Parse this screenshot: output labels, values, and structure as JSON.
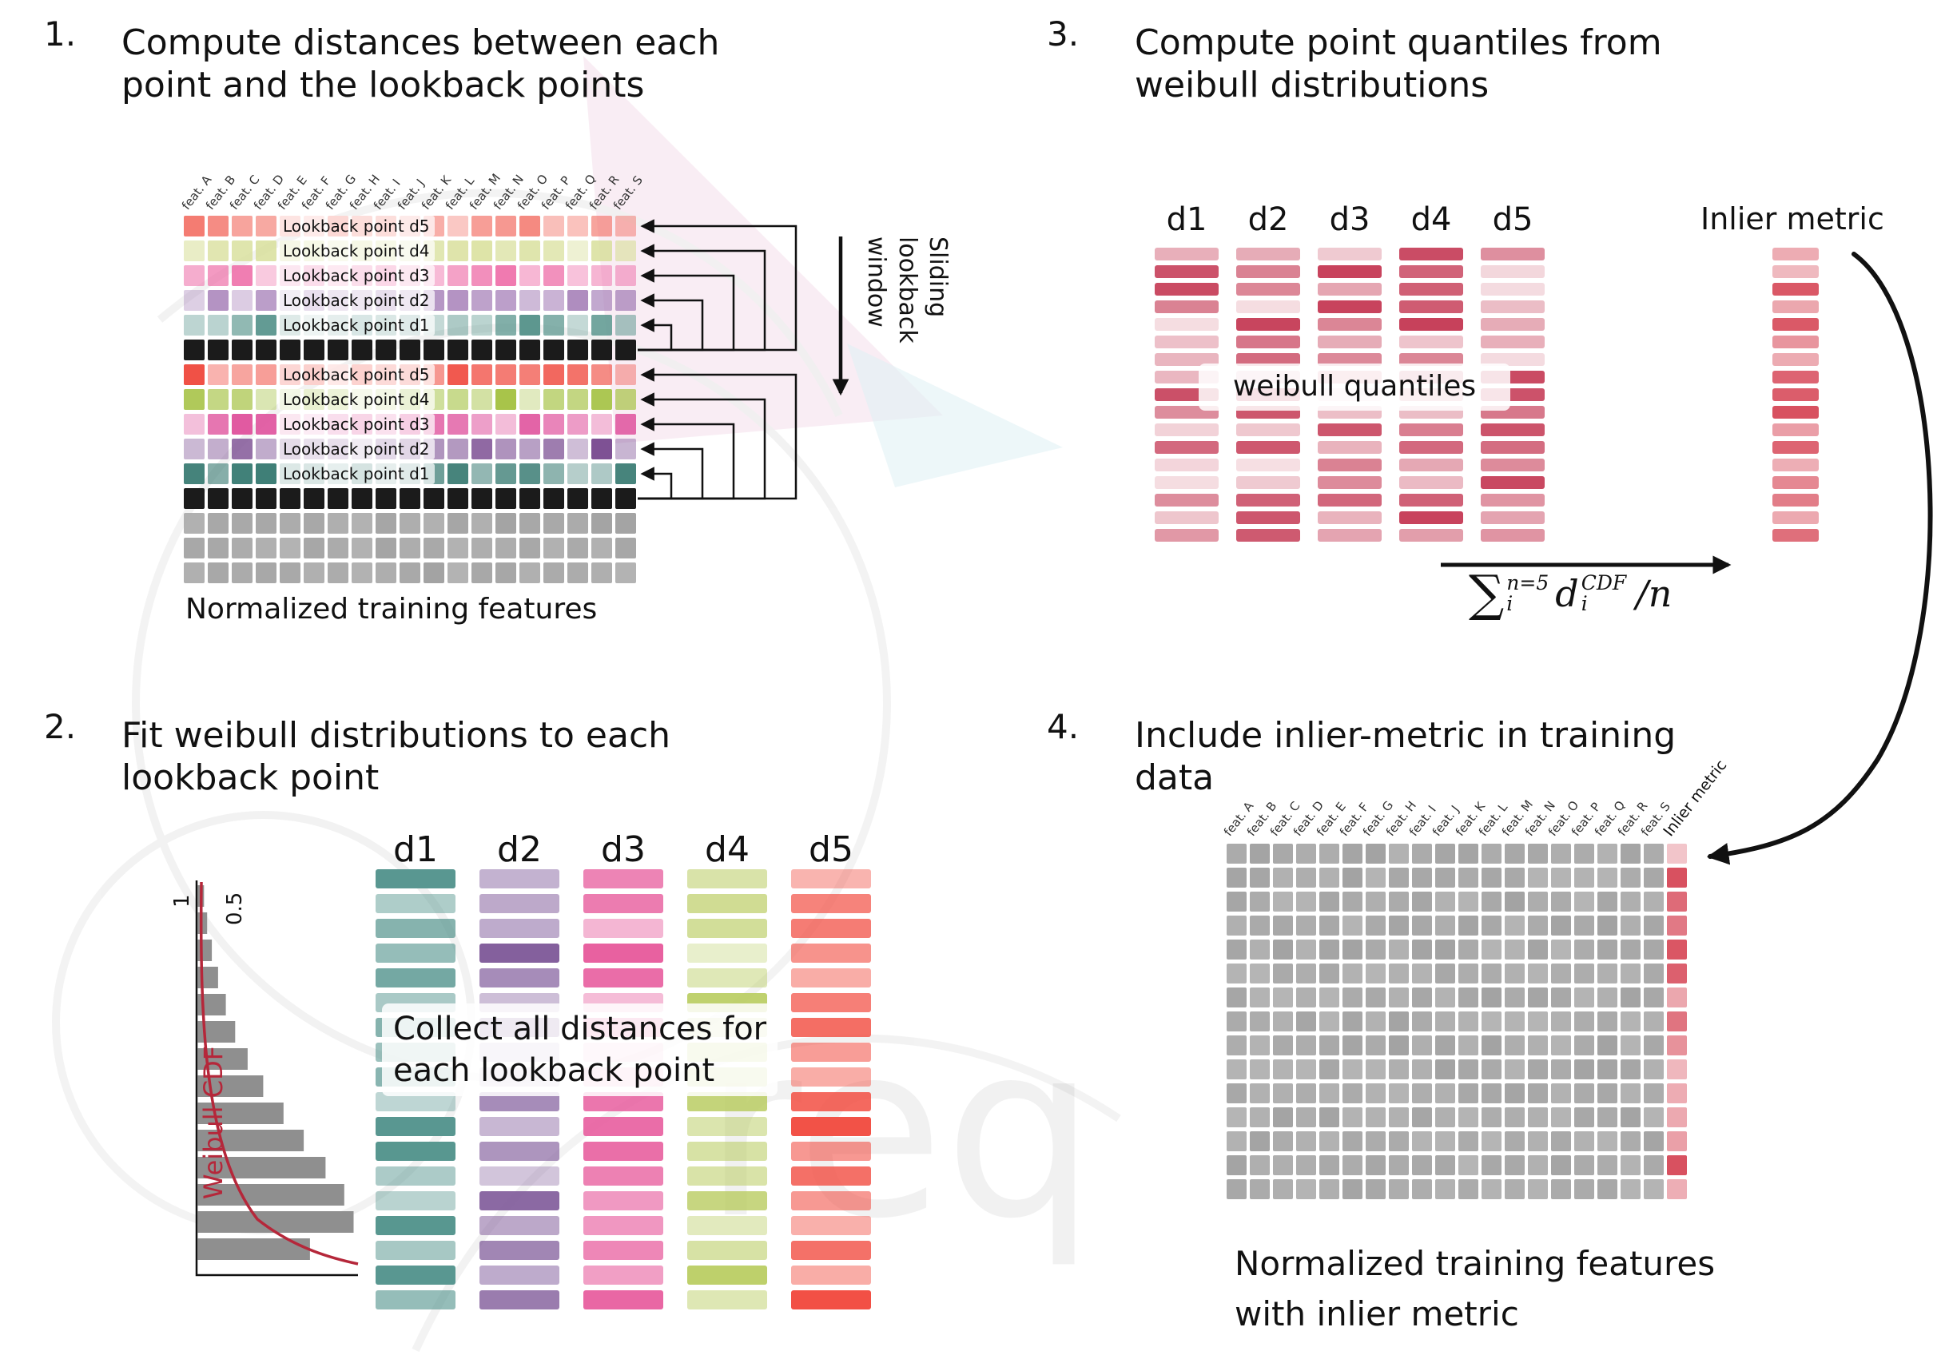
{
  "features": [
    "feat. A",
    "feat. B",
    "feat. C",
    "feat. D",
    "feat. E",
    "feat. F",
    "feat. G",
    "feat. H",
    "feat. I",
    "feat. J",
    "feat. K",
    "feat. L",
    "feat. M",
    "feat. N",
    "feat. O",
    "feat. P",
    "feat. Q",
    "feat. R",
    "feat. S"
  ],
  "p1": {
    "number": "1.",
    "title": "Compute distances between each\npoint and the lookback points",
    "caption": "Normalized training features",
    "sliding_label": "Sliding\nlookback\nwindow",
    "rows": [
      {
        "type": "lookback",
        "label": "Lookback point d5",
        "color": "#f26a5f"
      },
      {
        "type": "lookback",
        "label": "Lookback point d4",
        "color": "#d8df9a"
      },
      {
        "type": "lookback",
        "label": "Lookback point d3",
        "color": "#ee6ca7"
      },
      {
        "type": "lookback",
        "label": "Lookback point d2",
        "color": "#a27ab5"
      },
      {
        "type": "lookback",
        "label": "Lookback point d1",
        "color": "#5b968e"
      },
      {
        "type": "current",
        "color": "#1b1b1b"
      },
      {
        "type": "lookback",
        "label": "Lookback point d5",
        "color": "#f04b40"
      },
      {
        "type": "lookback",
        "label": "Lookback point d4",
        "color": "#a8c44a"
      },
      {
        "type": "lookback",
        "label": "Lookback point d3",
        "color": "#df519c"
      },
      {
        "type": "lookback",
        "label": "Lookback point d2",
        "color": "#7c4f93"
      },
      {
        "type": "lookback",
        "label": "Lookback point d1",
        "color": "#3f7f77"
      },
      {
        "type": "current",
        "color": "#1b1b1b"
      },
      {
        "type": "plain",
        "color": "#a3a3a3"
      },
      {
        "type": "plain",
        "color": "#a3a3a3"
      },
      {
        "type": "plain",
        "color": "#a3a3a3"
      }
    ]
  },
  "p2": {
    "number": "2.",
    "title": "Fit weibull distributions to each\nlookback point",
    "overlay": "Collect all distances for\neach lookback point",
    "bar_count": 18,
    "plot": {
      "cdf_label": "Weibull CDF",
      "tick_one": "1",
      "tick_half": "0.5",
      "bar_widths": [
        0.04,
        0.06,
        0.09,
        0.13,
        0.18,
        0.24,
        0.32,
        0.42,
        0.55,
        0.68,
        0.82,
        0.94,
        1.0,
        0.72
      ]
    },
    "columns": [
      {
        "label": "d1",
        "color": "#4f918a"
      },
      {
        "label": "d2",
        "color": "#7b5496"
      },
      {
        "label": "d3",
        "color": "#e85f9f"
      },
      {
        "label": "d4",
        "color": "#b9cc60"
      },
      {
        "label": "d5",
        "color": "#f25045"
      }
    ]
  },
  "p3": {
    "number": "3.",
    "title": "Compute point quantiles from\nweibull distributions",
    "column_labels": [
      "d1",
      "d2",
      "d3",
      "d4",
      "d5"
    ],
    "bar_color": "#c7415b",
    "bar_count": 17,
    "overlay": "weibull quantiles",
    "inlier_label": "Inlier metric",
    "inlier_color": "#d84f5e",
    "formula": {
      "sum": "∑",
      "sum_sup": "n=5",
      "sum_sub": "i",
      "var": "d",
      "var_sup": "CDF",
      "var_sub": "i",
      "tail": "/n"
    }
  },
  "p4": {
    "number": "4.",
    "title": "Include inlier-metric in training\ndata",
    "caption": "Normalized training features\nwith inlier metric",
    "inlier_header": "Inlier metric",
    "cell_color": "#a3a3a3",
    "inlier_color": "#d84f5e",
    "row_count": 15
  },
  "watermark": {
    "text": "req"
  }
}
